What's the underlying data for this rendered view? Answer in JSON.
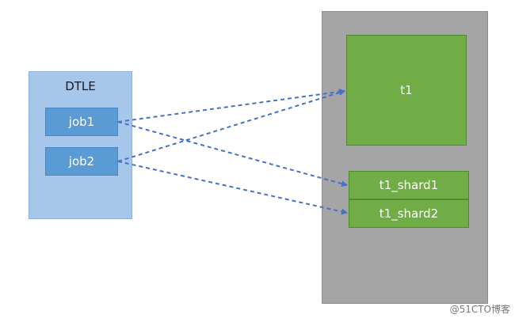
{
  "source": {
    "title": "DTLE",
    "jobs": [
      "job1",
      "job2"
    ]
  },
  "target": {
    "tables": [
      "t1",
      "t1_shard1",
      "t1_shard2"
    ]
  },
  "watermark": "@51CTO博客",
  "colors": {
    "dtle_fill": "#a7c7ea",
    "job_fill": "#5b9bd5",
    "container_fill": "#a5a5a5",
    "table_fill": "#70ad47",
    "arrow": "#4472c4"
  }
}
